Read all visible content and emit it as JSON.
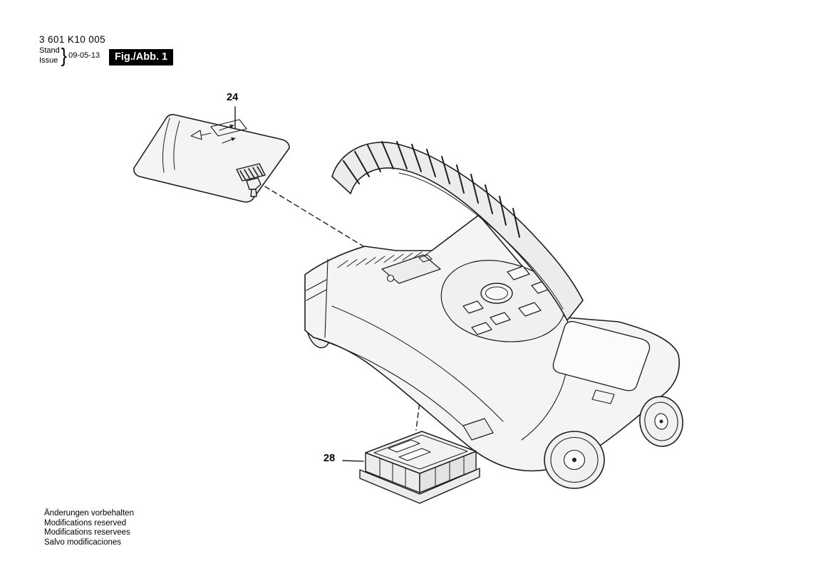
{
  "header": {
    "part_number": "3 601 K10 005",
    "stand_label": "Stand",
    "issue_label": "Issue",
    "brace": "}",
    "date": "09-05-13",
    "figure_label": "Fig./Abb. 1"
  },
  "callouts": {
    "battery_cover": "24",
    "insert_tray": "28"
  },
  "footer": {
    "lines": [
      "Änderungen vorbehalten",
      "Modifications reserved",
      "Modifications reservees",
      "Salvo modificaciones"
    ]
  },
  "colors": {
    "ink": "#1d1d1d",
    "paper": "#ffffff",
    "badge_bg": "#000000",
    "badge_text": "#ffffff",
    "fill_light": "#f3f3f3"
  }
}
